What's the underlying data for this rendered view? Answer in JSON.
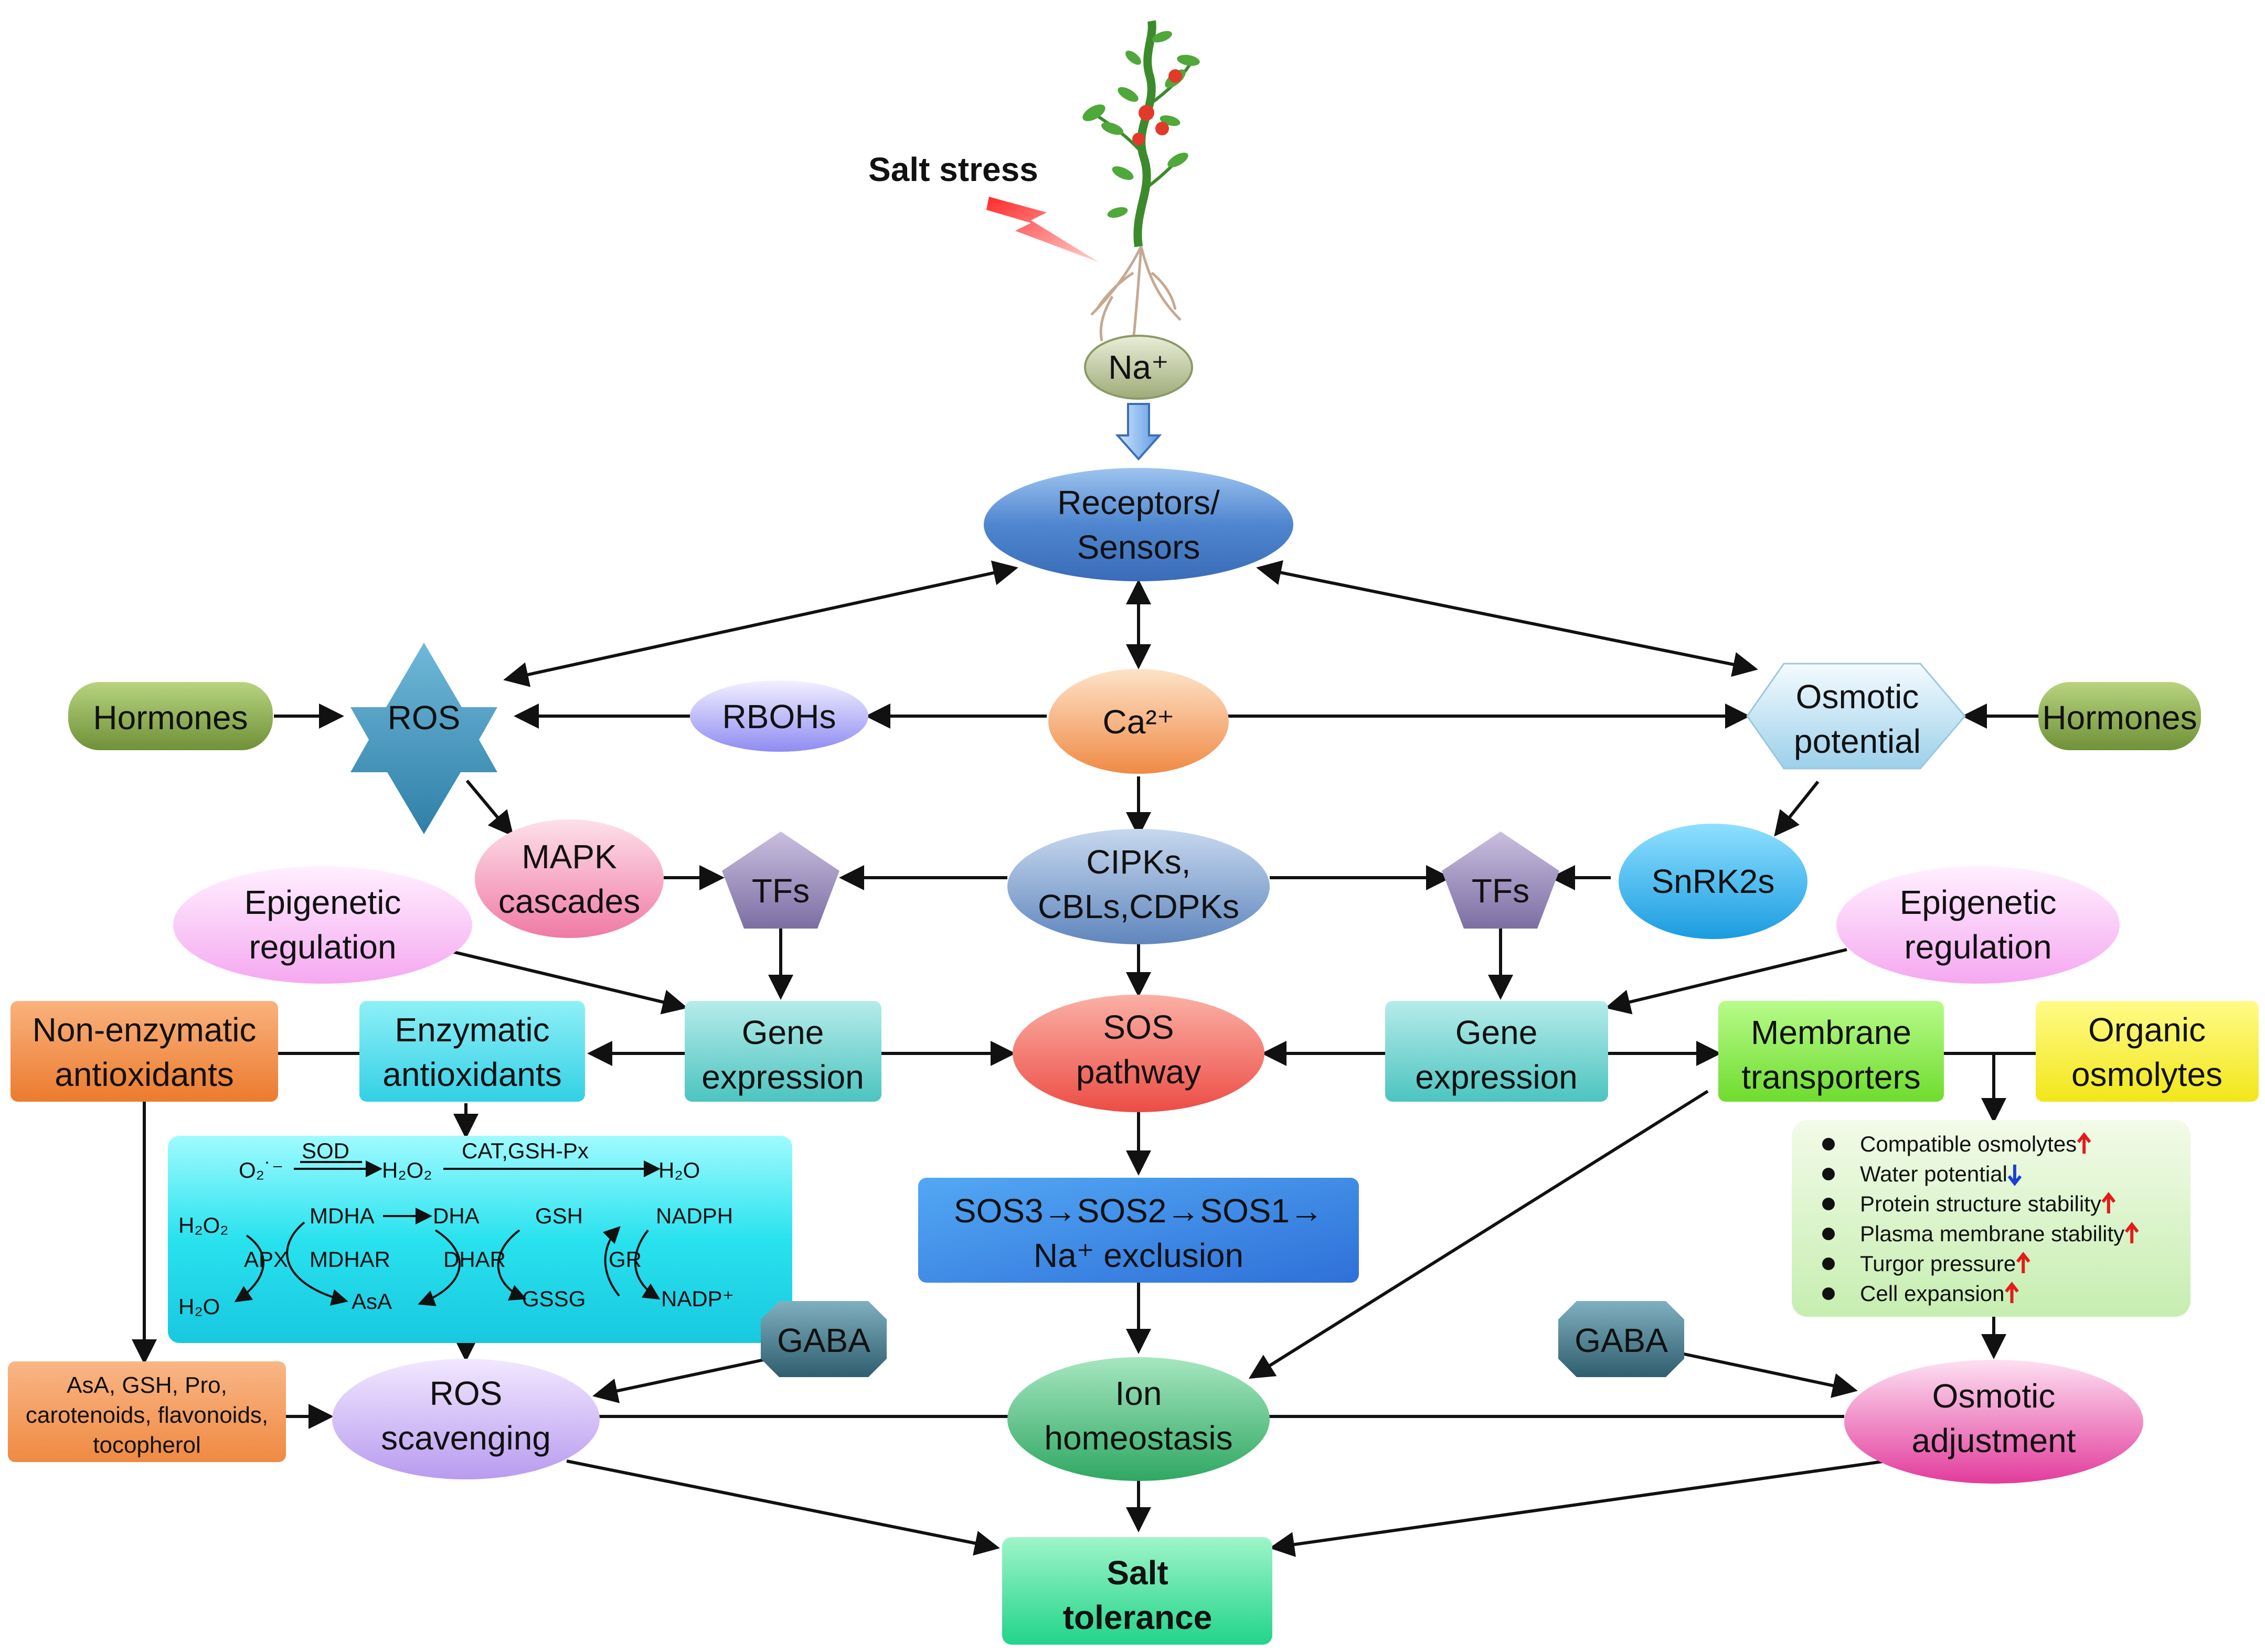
{
  "title": "Salt stress",
  "nodes": {
    "na": "Na⁺",
    "receptors": [
      "Receptors/",
      "Sensors"
    ],
    "hormones_left": "Hormones",
    "hormones_right": "Hormones",
    "ros": "ROS",
    "rbohs": "RBOHs",
    "ca": "Ca²⁺",
    "osmotic_potential": [
      "Osmotic",
      "potential"
    ],
    "mapk": [
      "MAPK",
      "cascades"
    ],
    "tfs_left": "TFs",
    "tfs_right": "TFs",
    "cipks": [
      "CIPKs,",
      "CBLs,CDPKs"
    ],
    "snrk2s": "SnRK2s",
    "epigenetic_left": [
      "Epigenetic",
      "regulation"
    ],
    "epigenetic_right": [
      "Epigenetic",
      "regulation"
    ],
    "nonenzymatic": [
      "Non-enzymatic",
      "antioxidants"
    ],
    "enzymatic": [
      "Enzymatic",
      "antioxidants"
    ],
    "gene_expr_left": [
      "Gene",
      "expression"
    ],
    "sos_pathway": [
      "SOS",
      "pathway"
    ],
    "gene_expr_right": [
      "Gene",
      "expression"
    ],
    "membrane": [
      "Membrane",
      "transporters"
    ],
    "organic": [
      "Organic",
      "osmolytes"
    ],
    "sos_chain": [
      "SOS3→SOS2→SOS1→",
      "Na⁺ exclusion"
    ],
    "gaba_left": "GABA",
    "gaba_right": "GABA",
    "antioxidant_list": [
      "AsA, GSH, Pro,",
      "carotenoids, flavonoids,",
      "tocopherol"
    ],
    "ros_scavenging": [
      "ROS",
      "scavenging"
    ],
    "ion_homeostasis": [
      "Ion",
      "homeostasis"
    ],
    "osmotic_adjustment": [
      "Osmotic",
      "adjustment"
    ],
    "salt_tolerance": [
      "Salt",
      "tolerance"
    ]
  },
  "enzymatic_detail": {
    "o2": "O₂˙⁻",
    "sod": "SOD",
    "h2o2_top": "H₂O₂",
    "cat": "CAT,GSH-Px",
    "h2o_top": "H₂O",
    "h2o2_left": "H₂O₂",
    "mdha": "MDHA",
    "dha": "DHA",
    "gsh": "GSH",
    "nadph": "NADPH",
    "apx": "APX",
    "mdhar": "MDHAR",
    "dhar": "DHAR",
    "gr": "GR",
    "h2o_left": "H₂O",
    "asa": "AsA",
    "gssg": "GSSG",
    "nadp": "NADP⁺"
  },
  "osmolyte_effects": [
    {
      "label": "Compatible osmolytes",
      "arrow": "up"
    },
    {
      "label": "Water potential",
      "arrow": "down"
    },
    {
      "label": "Protein structure stability",
      "arrow": "up"
    },
    {
      "label": "Plasma membrane stability",
      "arrow": "up"
    },
    {
      "label": "Turgor pressure",
      "arrow": "up"
    },
    {
      "label": "Cell expansion",
      "arrow": "up"
    }
  ],
  "colors": {
    "up_arrow": "#e31b1b",
    "down_arrow": "#1b3fd6",
    "hormones": "#8cab4e",
    "ros": "#3d8fb5",
    "ca": "#f4a267",
    "sos_pathway": "#f0605a",
    "salt_tolerance": "#3ddc98",
    "gaba": "#3c6f7f",
    "cyan_panel": "#2ee6f0"
  }
}
